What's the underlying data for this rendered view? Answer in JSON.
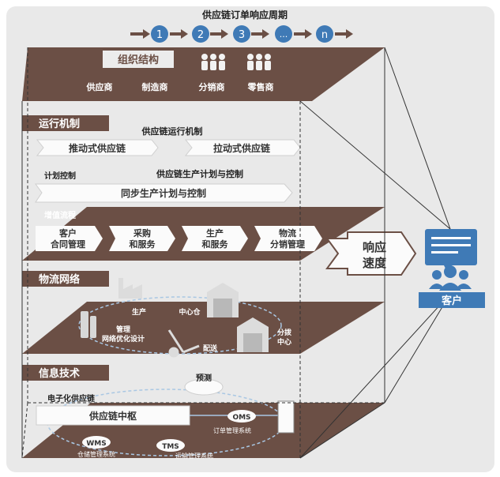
{
  "title": "供应链订单响应周期",
  "cycle_steps": [
    "1",
    "2",
    "3",
    "...",
    "n"
  ],
  "layers": {
    "org": {
      "label": "组织结构",
      "members": [
        "供应商",
        "制造商",
        "分销商",
        "零售商"
      ]
    },
    "ops": {
      "label": "运行机制",
      "mechanism_title": "供应链运行机制",
      "push": "推动式供应链",
      "pull": "拉动式供应链",
      "plan_label": "计划控制",
      "plan_title": "供应链生产计划与控制",
      "sync": "同步生产计划与控制",
      "value_label": "增值流程",
      "steps": [
        {
          "line1": "客户",
          "line2": "合同管理"
        },
        {
          "line1": "采购",
          "line2": "和服务"
        },
        {
          "line1": "生产",
          "line2": "和服务"
        },
        {
          "line1": "物流",
          "line2": "分销管理"
        }
      ]
    },
    "logistics": {
      "label": "物流网络",
      "production": "生产",
      "center": "中心仓",
      "manage1": "管理",
      "manage2": "网络优化设计",
      "delivery": "配送",
      "dist1": "分拨",
      "dist2": "中心"
    },
    "it": {
      "label": "信息技术",
      "forecast": "预测",
      "esc": "电子化供应链",
      "hub": "供应链中枢",
      "oms": "OMS",
      "oms_desc": "订单管理系统",
      "wms": "WMS",
      "wms_desc": "仓储管理系统",
      "tms": "TMS",
      "tms_desc": "运输管理系统"
    }
  },
  "response": {
    "line1": "响应",
    "line2": "速度"
  },
  "customer": "客户",
  "colors": {
    "brown": "#6b4f45",
    "blue": "#3f7ab6",
    "bg": "#e9e9e9"
  }
}
